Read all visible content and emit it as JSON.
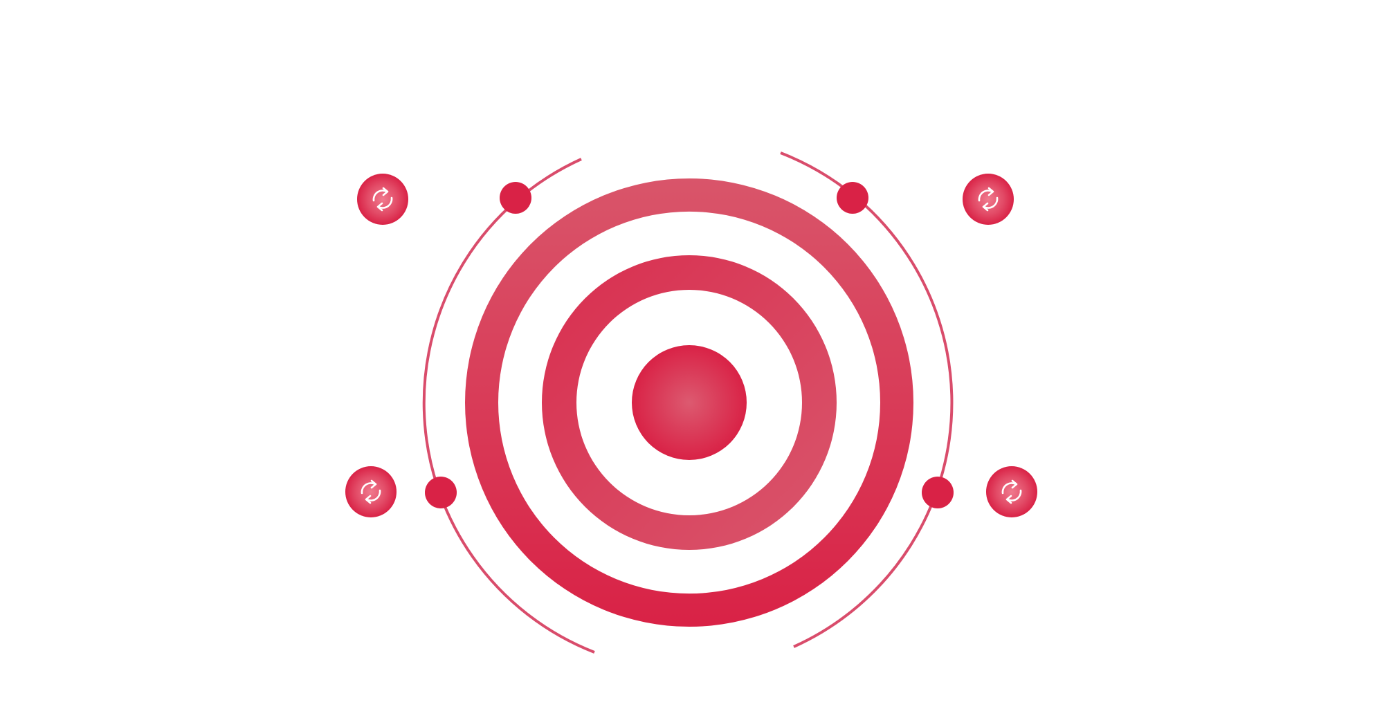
{
  "diagram": {
    "kind": "concentric-target",
    "colors": {
      "primary": "#d92246",
      "secondary": "#d9556a",
      "arc": "#d94c6b",
      "background": "#ffffff",
      "icon_glyph": "#ffffff"
    },
    "rings": [
      {
        "name": "outer-ring"
      },
      {
        "name": "middle-ring"
      },
      {
        "name": "center-core"
      }
    ],
    "arcs": [
      {
        "name": "arc-left"
      },
      {
        "name": "arc-right"
      }
    ],
    "nodes": [
      {
        "name": "node-top-left"
      },
      {
        "name": "node-top-right"
      },
      {
        "name": "node-bottom-left"
      },
      {
        "name": "node-bottom-right"
      }
    ],
    "badges": [
      {
        "name": "badge-top-left",
        "icon": "refresh-icon"
      },
      {
        "name": "badge-top-right",
        "icon": "refresh-icon"
      },
      {
        "name": "badge-bottom-left",
        "icon": "refresh-icon"
      },
      {
        "name": "badge-bottom-right",
        "icon": "refresh-icon"
      }
    ]
  }
}
